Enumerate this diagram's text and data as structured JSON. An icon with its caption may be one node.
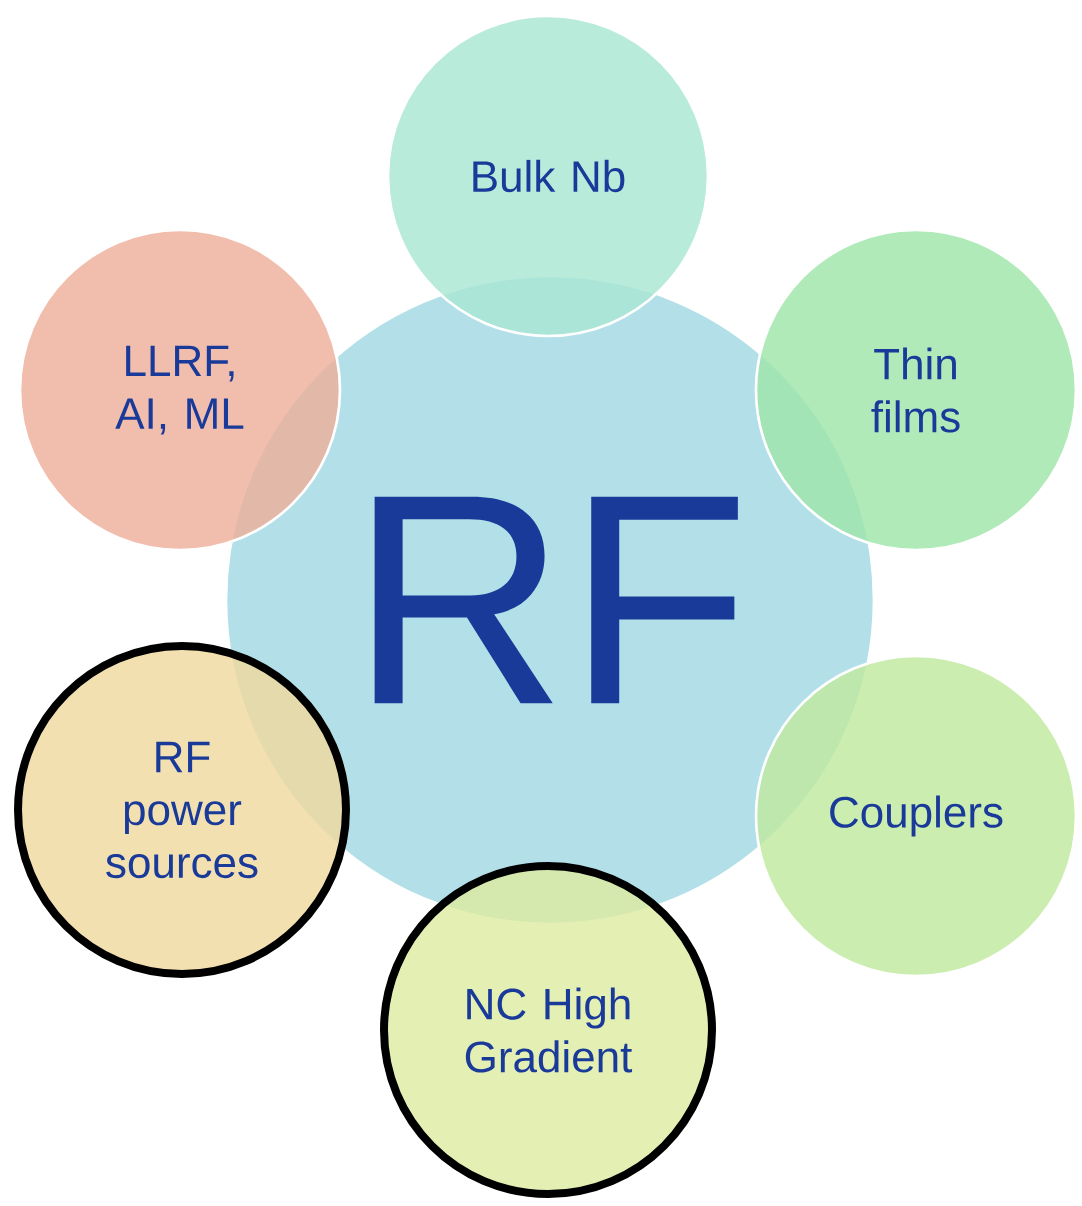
{
  "diagram": {
    "nodes": [
      {
        "text": [
          "RF"
        ]
      },
      {
        "text": [
          "Bulk Nb"
        ]
      },
      {
        "text": [
          "Thin films"
        ]
      },
      {
        "text": [
          "Couplers"
        ]
      },
      {
        "text": [
          "NC High Gradient"
        ]
      },
      {
        "text": [
          "RF power sources"
        ]
      },
      {
        "text": [
          "LLRF, AI, ML"
        ]
      }
    ]
  }
}
